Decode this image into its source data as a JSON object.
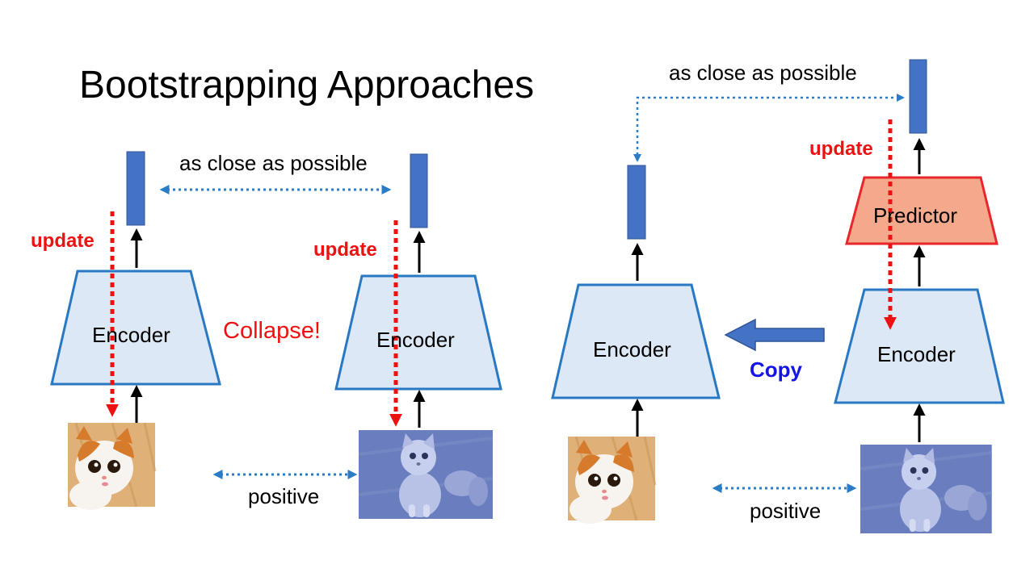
{
  "slide": {
    "title": "Bootstrapping Approaches",
    "left": {
      "top_label": "as close as possible",
      "bottom_label": "positive",
      "collapse_label": "Collapse!",
      "encoder_a": "Encoder",
      "encoder_b": "Encoder",
      "update_a": "update",
      "update_b": "update"
    },
    "right": {
      "top_label": "as close as possible",
      "bottom_label": "positive",
      "copy_label": "Copy",
      "encoder_target": "Encoder",
      "encoder_online": "Encoder",
      "predictor": "Predictor",
      "update": "update"
    }
  },
  "colors": {
    "encoder_fill": "#dce8f5",
    "encoder_stroke": "#2878c3",
    "predictor_fill": "#f5a98c",
    "predictor_stroke": "#e8262b",
    "embedding_fill": "#4472c4",
    "dotted_blue": "#2a7cc7",
    "update_red": "#ee1111",
    "copy_blue": "#1414e6"
  },
  "images": {
    "cat_color": "orange-white-cat-photo",
    "cat_blue": "blue-tinted-cat-photo"
  }
}
